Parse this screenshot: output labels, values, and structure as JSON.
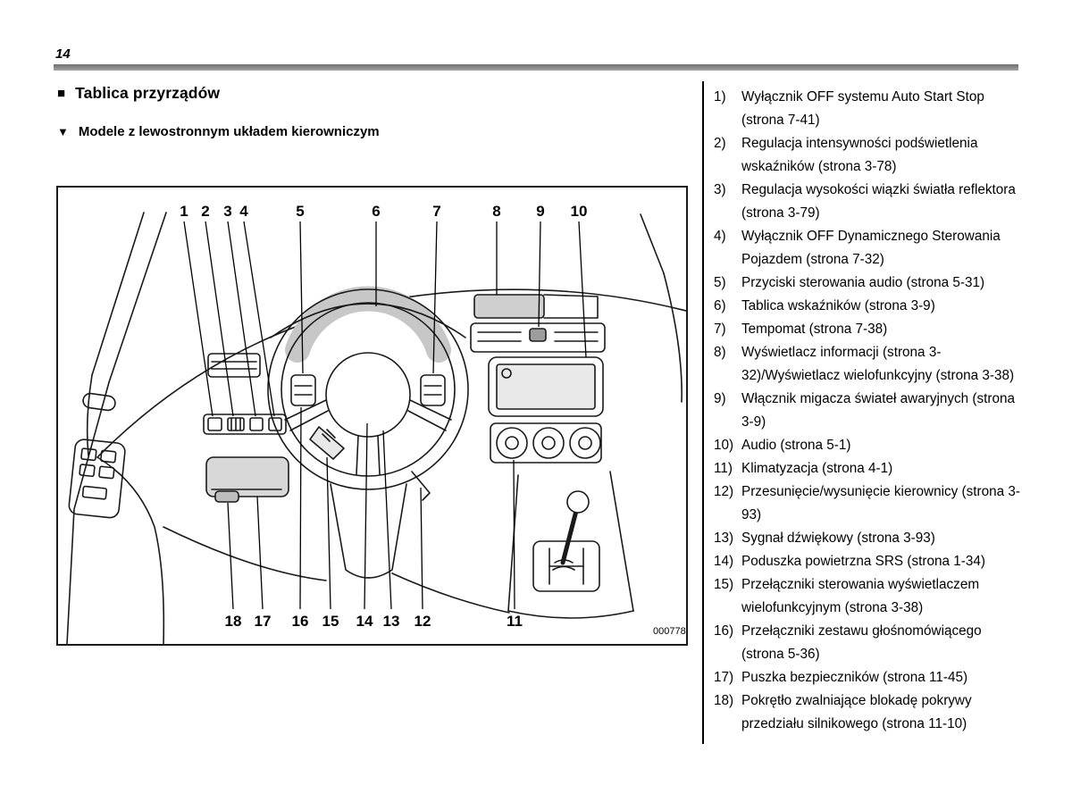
{
  "page": {
    "number": "14"
  },
  "heading": {
    "marker": "■",
    "title": "Tablica przyrządów"
  },
  "subheading": {
    "marker": "▼",
    "title": "Modele z lewostronnym układem kierowniczym"
  },
  "diagram": {
    "figure_code": "000778",
    "top_labels": [
      "1",
      "2",
      "3",
      "4",
      "5",
      "6",
      "7",
      "8",
      "9",
      "10"
    ],
    "bottom_labels": [
      "18",
      "17",
      "16",
      "15",
      "14",
      "13",
      "12",
      "11"
    ]
  },
  "legend": {
    "items": [
      {
        "num": "1)",
        "text": "Wyłącznik OFF systemu Auto Start Stop (strona 7-41)"
      },
      {
        "num": "2)",
        "text": "Regulacja intensywności podświetlenia wskaźników (strona 3-78)"
      },
      {
        "num": "3)",
        "text": "Regulacja wysokości wiązki światła reflektora (strona 3-79)"
      },
      {
        "num": "4)",
        "text": "Wyłącznik OFF Dynamicznego Sterowania Pojazdem (strona 7-32)"
      },
      {
        "num": "5)",
        "text": "Przyciski sterowania audio (strona 5-31)"
      },
      {
        "num": "6)",
        "text": "Tablica wskaźników (strona 3-9)"
      },
      {
        "num": "7)",
        "text": "Tempomat (strona 7-38)"
      },
      {
        "num": "8)",
        "text": "Wyświetlacz informacji (strona 3-32)/Wyświetlacz wielofunkcyjny (strona 3-38)"
      },
      {
        "num": "9)",
        "text": "Włącznik migacza świateł awaryjnych (strona 3-9)"
      },
      {
        "num": "10)",
        "text": "Audio (strona 5-1)"
      },
      {
        "num": "11)",
        "text": "Klimatyzacja (strona 4-1)"
      },
      {
        "num": "12)",
        "text": "Przesunięcie/wysunięcie kierownicy (strona 3-93)"
      },
      {
        "num": "13)",
        "text": "Sygnał dźwiękowy (strona 3-93)"
      },
      {
        "num": "14)",
        "text": "Poduszka powietrzna SRS (strona 1-34)"
      },
      {
        "num": "15)",
        "text": "Przełączniki sterowania wyświetlaczem wielofunkcyjnym (strona 3-38)"
      },
      {
        "num": "16)",
        "text": "Przełączniki zestawu głośnomówiącego (strona 5-36)"
      },
      {
        "num": "17)",
        "text": "Puszka bezpieczników (strona 11-45)"
      },
      {
        "num": "18)",
        "text": "Pokrętło zwalniające blokadę pokrywy przedziału silnikowego (strona 11-10)"
      }
    ]
  }
}
